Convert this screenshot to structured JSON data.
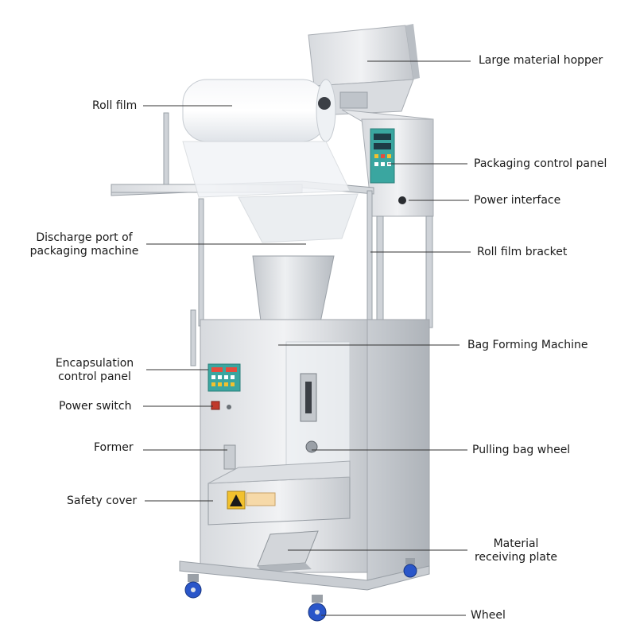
{
  "labels": {
    "hopper": "Large material hopper",
    "roll_film": "Roll film",
    "control_panel": "Packaging control panel",
    "power_interface": "Power interface",
    "discharge_1": "Discharge port of",
    "discharge_2": "packaging machine",
    "roll_bracket": "Roll film bracket",
    "bag_forming": "Bag Forming Machine",
    "encap_1": "Encapsulation",
    "encap_2": "control panel",
    "power_switch": "Power switch",
    "former": "Former",
    "pulling_wheel": "Pulling bag wheel",
    "safety_cover": "Safety cover",
    "receiving_1": "Material",
    "receiving_2": "receiving plate",
    "wheel": "Wheel"
  },
  "colors": {
    "steel_light": "#e9ebee",
    "steel_mid": "#c9cdd2",
    "steel_dark": "#9aa0a7",
    "panel_teal": "#3aa6a0",
    "warning_yellow": "#f2c12e",
    "wheel_blue": "#2a56c9",
    "leader_line": "#333333"
  }
}
